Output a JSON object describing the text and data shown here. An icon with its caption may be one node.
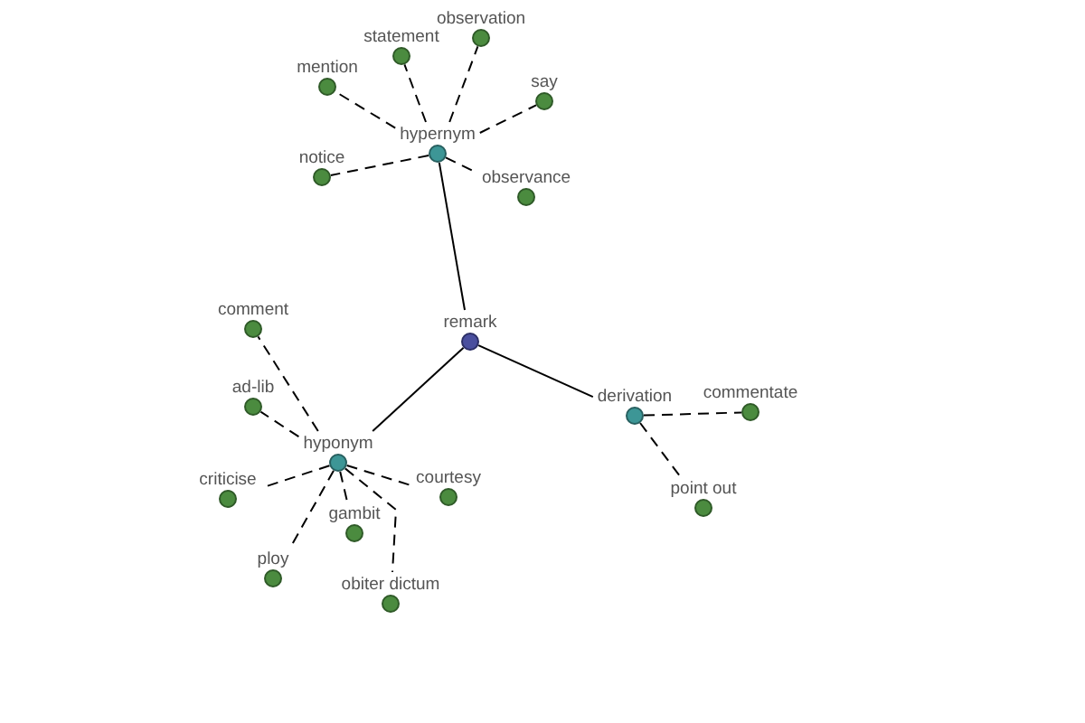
{
  "diagram": {
    "nodes": [
      {
        "text": [
          "remark"
        ]
      },
      {
        "text": [
          "hypernym"
        ]
      },
      {
        "text": [
          "hyponym"
        ]
      },
      {
        "text": [
          "derivation"
        ]
      },
      {
        "text": [
          "observation"
        ]
      },
      {
        "text": [
          "statement"
        ]
      },
      {
        "text": [
          "mention"
        ]
      },
      {
        "text": [
          "say"
        ]
      },
      {
        "text": [
          "notice"
        ]
      },
      {
        "text": [
          "observance"
        ]
      },
      {
        "text": [
          "comment"
        ]
      },
      {
        "text": [
          "ad-lib"
        ]
      },
      {
        "text": [
          "criticise"
        ]
      },
      {
        "text": [
          "courtesy"
        ]
      },
      {
        "text": [
          "gambit"
        ]
      },
      {
        "text": [
          "ploy"
        ]
      },
      {
        "text": [
          "obiter dictum"
        ]
      },
      {
        "text": [
          "commentate"
        ]
      },
      {
        "text": [
          "point out"
        ]
      }
    ],
    "edges": [
      {
        "from": 0,
        "to": 1,
        "arrow": "none"
      },
      {
        "from": 0,
        "to": 2,
        "arrow": "none"
      },
      {
        "from": 0,
        "to": 3,
        "arrow": "none"
      },
      {
        "from": 1,
        "to": 4,
        "arrow": "none",
        "style": "dashed"
      },
      {
        "from": 1,
        "to": 5,
        "arrow": "none",
        "style": "dashed"
      },
      {
        "from": 1,
        "to": 6,
        "arrow": "none",
        "style": "dashed"
      },
      {
        "from": 1,
        "to": 7,
        "arrow": "none",
        "style": "dashed"
      },
      {
        "from": 1,
        "to": 8,
        "arrow": "none",
        "style": "dashed"
      },
      {
        "from": 1,
        "to": 9,
        "arrow": "none",
        "style": "dashed"
      },
      {
        "from": 2,
        "to": 10,
        "arrow": "none",
        "style": "dashed"
      },
      {
        "from": 2,
        "to": 11,
        "arrow": "none",
        "style": "dashed"
      },
      {
        "from": 2,
        "to": 12,
        "arrow": "none",
        "style": "dashed"
      },
      {
        "from": 2,
        "to": 13,
        "arrow": "none",
        "style": "dashed"
      },
      {
        "from": 2,
        "to": 14,
        "arrow": "none",
        "style": "dashed"
      },
      {
        "from": 2,
        "to": 15,
        "arrow": "none",
        "style": "dashed"
      },
      {
        "from": 2,
        "to": 16,
        "arrow": "none",
        "style": "dashed"
      },
      {
        "from": 3,
        "to": 17,
        "arrow": "none",
        "style": "dashed"
      },
      {
        "from": 3,
        "to": 18,
        "arrow": "none",
        "style": "dashed"
      }
    ]
  }
}
